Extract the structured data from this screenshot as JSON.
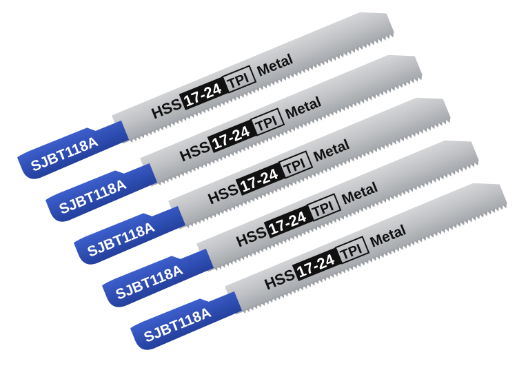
{
  "colors": {
    "handle": "#2f4fb4",
    "blade": "#b9bbbe",
    "ink": "#111111",
    "handle_text": "#ffffff"
  },
  "blades": [
    {
      "model": "SJBT118A",
      "material": "HSS",
      "tpi": "17-24",
      "tpi_unit": "TPI",
      "application": "Metal"
    },
    {
      "model": "SJBT118A",
      "material": "HSS",
      "tpi": "17-24",
      "tpi_unit": "TPI",
      "application": "Metal"
    },
    {
      "model": "SJBT118A",
      "material": "HSS",
      "tpi": "17-24",
      "tpi_unit": "TPI",
      "application": "Metal"
    },
    {
      "model": "SJBT118A",
      "material": "HSS",
      "tpi": "17-24",
      "tpi_unit": "TPI",
      "application": "Metal"
    },
    {
      "model": "SJBT118A",
      "material": "HSS",
      "tpi": "17-24",
      "tpi_unit": "TPI",
      "application": "Metal"
    }
  ]
}
